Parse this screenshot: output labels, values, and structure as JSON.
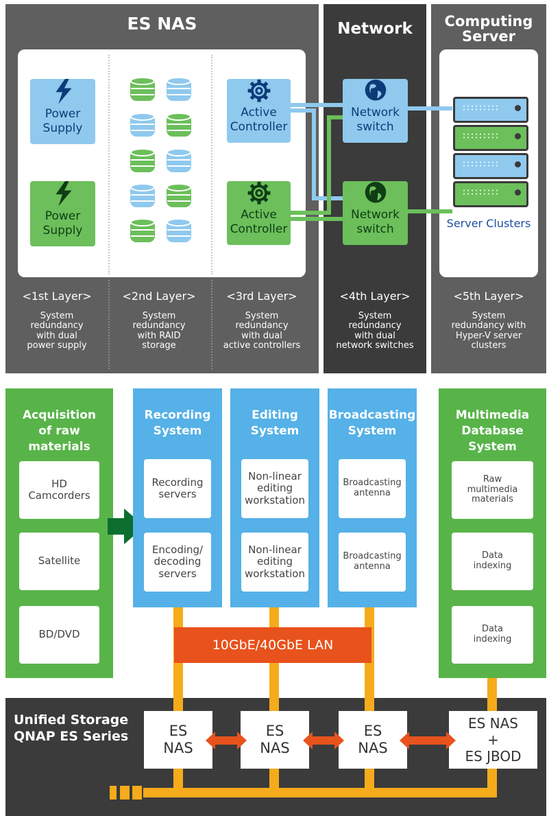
{
  "top": {
    "es_nas_title": "ES NAS",
    "network_title": "Network",
    "computing_title": "Computing\nServer",
    "power_supply_1": "Power\nSupply",
    "power_supply_2": "Power\nSupply",
    "active_controller_1": "Active\nController",
    "active_controller_2": "Active\nController",
    "network_switch_1": "Network\nswitch",
    "network_switch_2": "Network\nswitch",
    "server_clusters": "Server Clusters",
    "layers": [
      {
        "label": "<1st Layer>",
        "desc": "System\nredundancy\nwith dual\npower supply"
      },
      {
        "label": "<2nd Layer>",
        "desc": "System\nredundancy\nwith RAID\nstorage"
      },
      {
        "label": "<3rd Layer>",
        "desc": "System\nredundancy\nwith dual\nactive controllers"
      },
      {
        "label": "<4th Layer>",
        "desc": "System\nredundancy\nwith dual\nnetwork switches"
      },
      {
        "label": "<5th Layer>",
        "desc": "System\nredundancy with\nHyper-V server\nclusters"
      }
    ]
  },
  "middle": {
    "acquisition": {
      "title": "Acquisition\nof raw\nmaterials",
      "items": [
        "HD\nCamcorders",
        "Satellite",
        "BD/DVD"
      ]
    },
    "recording": {
      "title": "Recording\nSystem",
      "items": [
        "Recording\nservers",
        "Encoding/\ndecoding\nservers"
      ]
    },
    "editing": {
      "title": "Editing\nSystem",
      "items": [
        "Non-linear\nediting\nworkstation",
        "Non-linear\nediting\nworkstation"
      ]
    },
    "broadcasting": {
      "title": "Broadcasting\nSystem",
      "items": [
        "Broadcasting\nantenna",
        "Broadcasting\nantenna"
      ]
    },
    "multimedia": {
      "title": "Multimedia\nDatabase\nSystem",
      "items": [
        "Raw\nmultimedia\nmaterials",
        "Data\nindexing",
        "Data\nindexing"
      ]
    },
    "lan_label": "10GbE/40GbE LAN"
  },
  "bottom": {
    "title": "Unified Storage\nQNAP ES Series",
    "nas_boxes": [
      "ES\nNAS",
      "ES\nNAS",
      "ES\nNAS",
      "ES NAS\n+\nES JBOD"
    ]
  },
  "colors": {
    "blue": "#8fc9ee",
    "green": "#6cbf5b",
    "orange": "#e8521c",
    "yellow": "#f5ab1b"
  }
}
